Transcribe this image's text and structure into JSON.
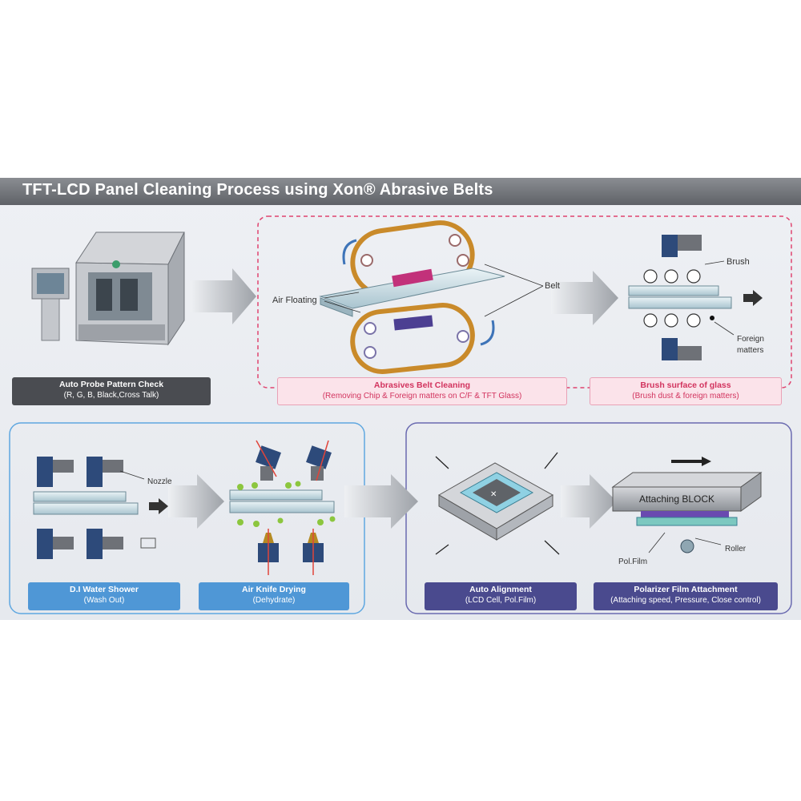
{
  "title": "TFT-LCD Panel Cleaning Process using Xon® Abrasive Belts",
  "steps": {
    "auto_probe": {
      "title": "Auto Probe Pattern Check",
      "sub": "(R, G, B, Black,Cross Talk)"
    },
    "abrasive_belt": {
      "title": "Abrasives Belt Cleaning",
      "sub": "(Removing Chip & Foreign matters on C/F & TFT Glass)"
    },
    "brush_surface": {
      "title": "Brush surface of glass",
      "sub": "(Brush dust & foreign matters)"
    },
    "water_shower": {
      "title": "D.I Water Shower",
      "sub": "(Wash Out)"
    },
    "air_knife": {
      "title": "Air Knife Drying",
      "sub": "(Dehydrate)"
    },
    "auto_alignment": {
      "title": "Auto Alignment",
      "sub": "(LCD Cell, Pol.Film)"
    },
    "polarizer": {
      "title": "Polarizer Film Attachment",
      "sub": "(Attaching speed, Pressure, Close control)"
    }
  },
  "callouts": {
    "air_floating": "Air Floating",
    "belt": "Belt",
    "brush": "Brush",
    "foreign": "Foreign",
    "matters": "matters",
    "nozzle": "Nozzle",
    "attaching_block": "Attaching BLOCK",
    "pol_film": "Pol.Film",
    "roller": "Roller"
  },
  "colors": {
    "title_bar": "#6b6e73",
    "pink_accent": "#d2335e",
    "blue_box": "#4f97d6",
    "navy_box": "#4a4a8e",
    "belt": "#c98a2a"
  }
}
